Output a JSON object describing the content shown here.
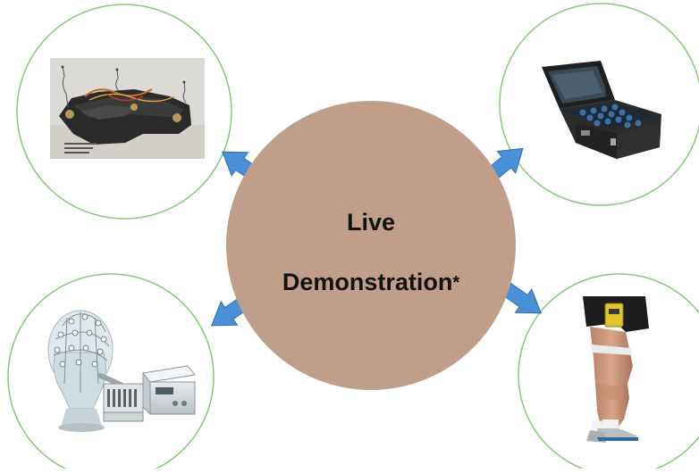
{
  "center": {
    "line1": "Live",
    "line2": "Demonstration",
    "asterisk": "*",
    "fill_color": "#bf9e8a"
  },
  "colors": {
    "satellite_outline": "#88c77a",
    "arrow_fill": "#4a90d9",
    "arrow_stroke": "#2e6fb5"
  },
  "satellites": [
    {
      "name": "satellite-top-left",
      "content": "engine-mount-device-photo"
    },
    {
      "name": "satellite-top-right",
      "content": "portable-case-device-photo"
    },
    {
      "name": "satellite-bottom-left",
      "content": "eeg-cap-head-model-photo"
    },
    {
      "name": "satellite-bottom-right",
      "content": "leg-wearable-sensor-photo"
    }
  ]
}
